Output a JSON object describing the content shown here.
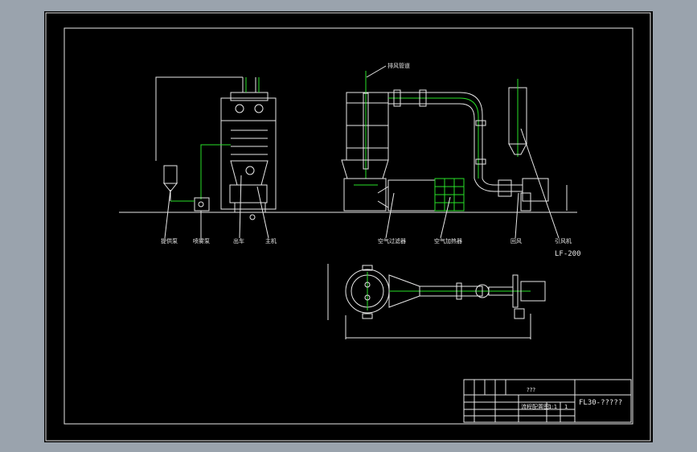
{
  "drawing": {
    "equipment_labels": {
      "left_1": "提供泵",
      "left_2": "喷雾泵",
      "left_3": "出车",
      "left_4": "主机",
      "mid_1": "空气过滤器",
      "mid_2": "空气加热器",
      "mid_3": "回风",
      "right_1": "引风机",
      "right_code": "LF-200",
      "top_label": "排风管道"
    },
    "title_block": {
      "title": "???",
      "drawing_no": "FL30-?????",
      "name_field": "流程配置图",
      "scale_field": "1:1",
      "sheet_field": "1"
    }
  },
  "colors": {
    "background": "#000000",
    "frame": "#e8e8e8",
    "lines": "#28e028",
    "app_bg": "#9aa3ad"
  }
}
